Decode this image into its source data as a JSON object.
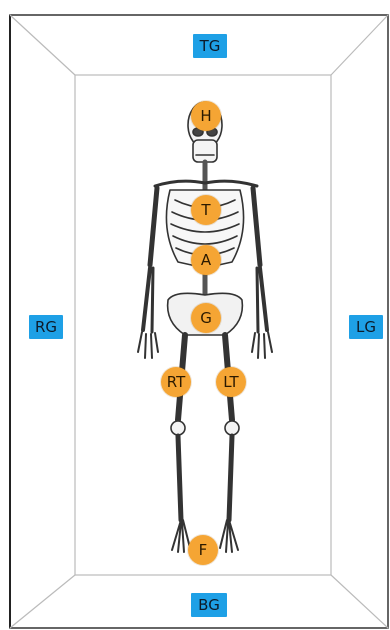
{
  "zones": {
    "top": "TG",
    "right": "RG",
    "left": "LG",
    "bottom": "BG"
  },
  "markers": {
    "head": "H",
    "thorax": "T",
    "abdomen": "A",
    "pelvis": "G",
    "right_thigh": "RT",
    "left_thigh": "LT",
    "feet": "F"
  },
  "colors": {
    "zone_tag": "#1ea0e6",
    "marker": "#f5a534",
    "frame_line": "#222222"
  },
  "icons": {
    "figure": "skeleton-illustration"
  }
}
